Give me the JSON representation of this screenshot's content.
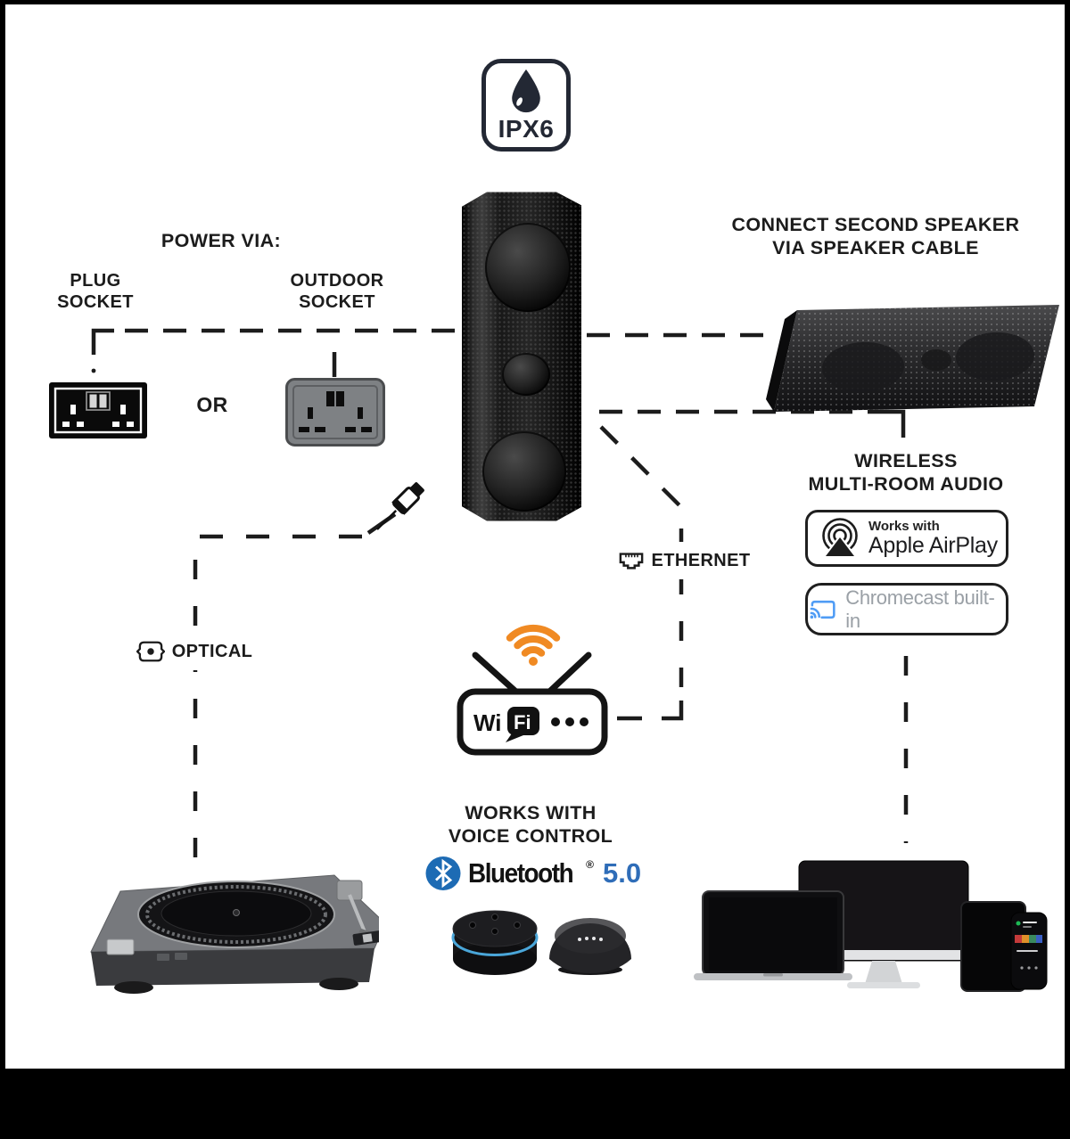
{
  "colors": {
    "ink": "#1c1c1c",
    "wifi_orange": "#F08A23",
    "bluetooth_logo_blue": "#1d6bb4",
    "bluetooth_version_blue": "#2f6db8",
    "chromecast_icon_blue": "#4f9cf5",
    "chromecast_text_gray": "#9aa0a6",
    "echo_ring_blue": "#4aa6d9"
  },
  "ipx6_badge": {
    "label": "IPX6"
  },
  "power": {
    "heading": "POWER VIA:",
    "plug_socket_label": "PLUG\nSOCKET",
    "or_label": "OR",
    "outdoor_socket_label": "OUTDOOR\nSOCKET"
  },
  "second_speaker": {
    "heading": "CONNECT SECOND SPEAKER\nVIA SPEAKER CABLE"
  },
  "wireless": {
    "heading": "WIRELESS\nMULTI-ROOM AUDIO",
    "airplay_badge": {
      "works_with": "Works with",
      "name": "Apple AirPlay"
    },
    "chromecast_badge": {
      "label": "Chromecast built-in"
    }
  },
  "connections": {
    "ethernet_label": "ETHERNET",
    "optical_label": "OPTICAL"
  },
  "router": {
    "wi": "Wi",
    "fi": "Fi"
  },
  "voice": {
    "heading": "WORKS WITH\nVOICE CONTROL",
    "bluetooth_name": "Bluetooth",
    "bluetooth_reg": "®",
    "bluetooth_version": "5.0"
  }
}
